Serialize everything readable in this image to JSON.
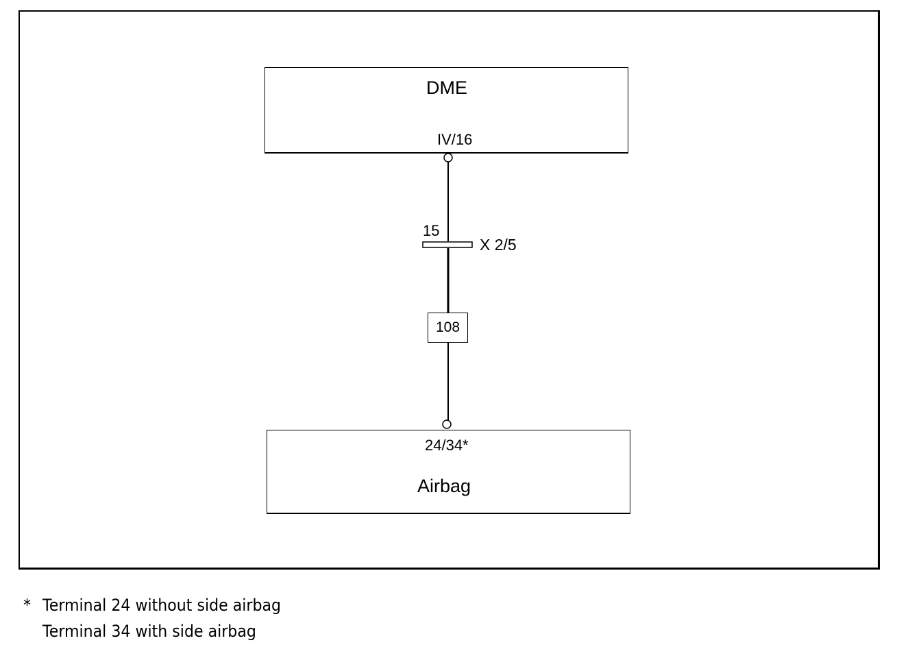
{
  "diagram": {
    "control_unit": {
      "name": "DME",
      "pin": "IV/16"
    },
    "connector": {
      "pin": "15",
      "id": "X 2/5"
    },
    "wire": {
      "number": "108"
    },
    "airbag_unit": {
      "name": "Airbag",
      "pin": "24/34*"
    }
  },
  "footnote": {
    "marker": "*",
    "lines": [
      "Terminal 24 without side airbag",
      "Terminal 34 with side airbag"
    ]
  }
}
